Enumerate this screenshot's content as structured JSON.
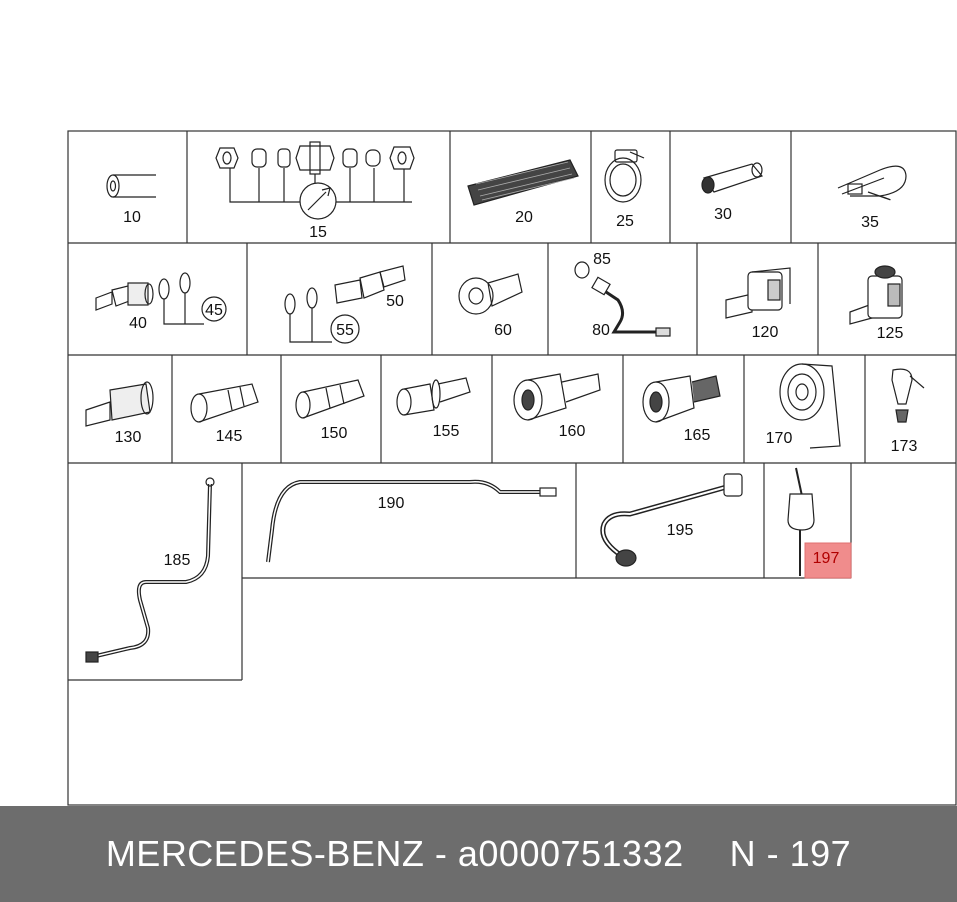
{
  "parts": [
    {
      "label": "10"
    },
    {
      "label": "15"
    },
    {
      "label": "20"
    },
    {
      "label": "25"
    },
    {
      "label": "30"
    },
    {
      "label": "35"
    },
    {
      "label": "40"
    },
    {
      "label": "45"
    },
    {
      "label": "50"
    },
    {
      "label": "55"
    },
    {
      "label": "60"
    },
    {
      "label": "80"
    },
    {
      "label": "85"
    },
    {
      "label": "120"
    },
    {
      "label": "125"
    },
    {
      "label": "130"
    },
    {
      "label": "145"
    },
    {
      "label": "150"
    },
    {
      "label": "155"
    },
    {
      "label": "160"
    },
    {
      "label": "165"
    },
    {
      "label": "170"
    },
    {
      "label": "173"
    },
    {
      "label": "185"
    },
    {
      "label": "190"
    },
    {
      "label": "195"
    },
    {
      "label": "197"
    }
  ],
  "highlight": {
    "label": "197",
    "color": "#f08c8c"
  },
  "footer": {
    "brand": "MERCEDES-BENZ",
    "separator": "-",
    "part_number": "a0000751332",
    "ref": "N - 197"
  },
  "colors": {
    "footer_bg": "#6d6d6d",
    "line": "#333333"
  }
}
